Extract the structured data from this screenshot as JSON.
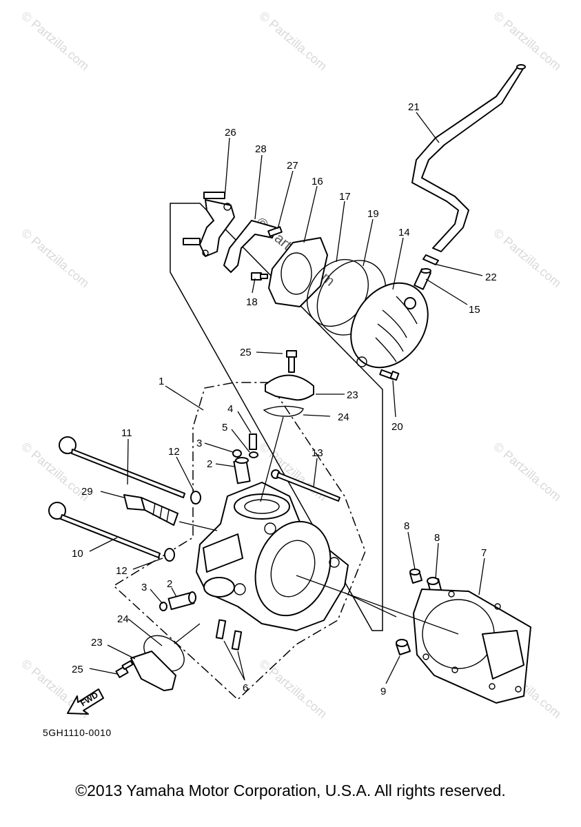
{
  "watermark": "© Partzilla.com",
  "diagram_code": "5GH1110-0010",
  "fwd_label": "FWD",
  "copyright": "©2013 Yamaha Motor Corporation, U.S.A. All rights reserved.",
  "callouts": [
    "1",
    "2",
    "2",
    "3",
    "3",
    "4",
    "5",
    "6",
    "7",
    "8",
    "8",
    "9",
    "10",
    "11",
    "12",
    "12",
    "13",
    "14",
    "15",
    "16",
    "17",
    "18",
    "19",
    "20",
    "21",
    "22",
    "23",
    "23",
    "24",
    "24",
    "25",
    "25",
    "26",
    "27",
    "28",
    "29"
  ]
}
